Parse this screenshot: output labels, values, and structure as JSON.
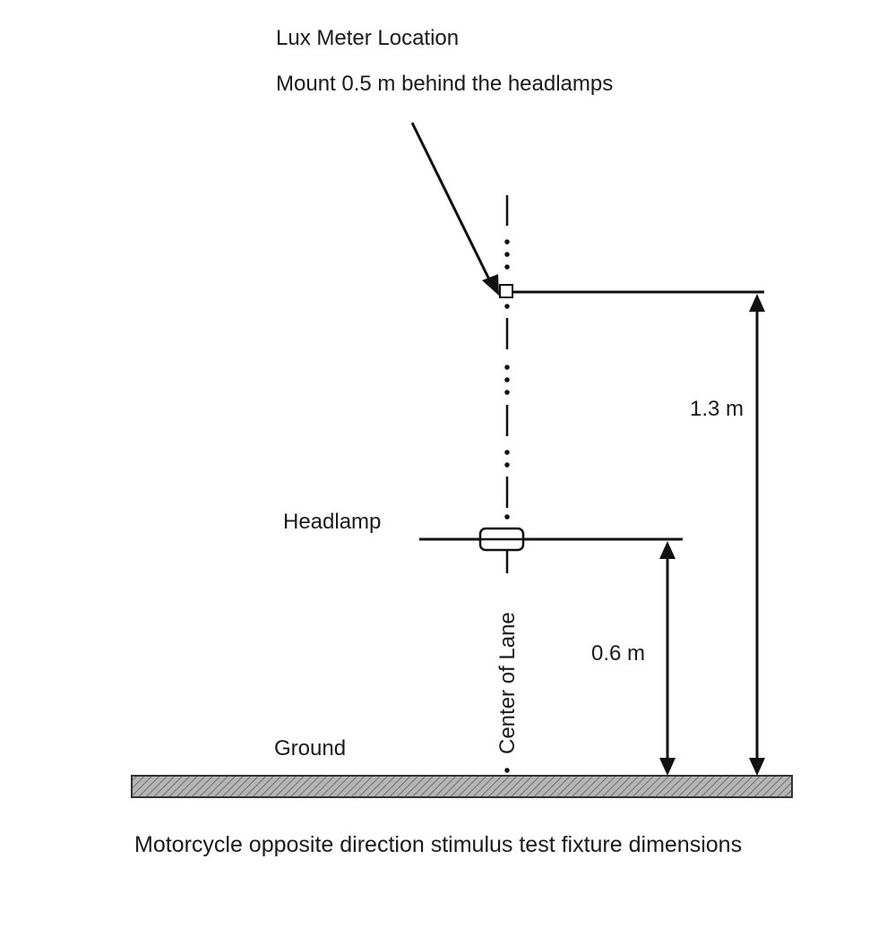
{
  "labels": {
    "lux_meter_location": "Lux Meter Location",
    "mount_note": "Mount 0.5 m behind the headlamps",
    "headlamp": "Headlamp",
    "ground": "Ground",
    "center_of_lane": "Center of Lane",
    "lux_height": "1.3 m",
    "headlamp_height": "0.6 m"
  },
  "caption": "Motorcycle opposite direction stimulus test fixture dimensions",
  "colors": {
    "line": "#111111",
    "ground_fill": "#9a9a9a",
    "background": "#ffffff"
  }
}
